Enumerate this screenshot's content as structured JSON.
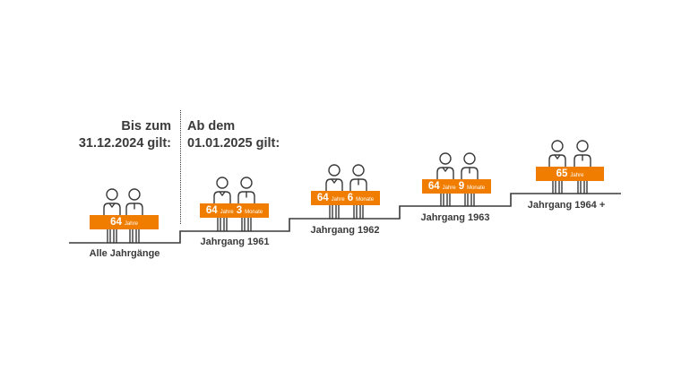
{
  "headings": {
    "before": [
      "Bis zum",
      "31.12.2024 gilt:"
    ],
    "after": [
      "Ab dem",
      "01.01.2025 gilt:"
    ]
  },
  "colors": {
    "accent": "#f07d00",
    "line": "#3a3a3a"
  },
  "steps": [
    {
      "label": "Alle Jahrgänge",
      "age": {
        "years": "64",
        "years_unit": "Jahre"
      }
    },
    {
      "label": "Jahrgang 1961",
      "age": {
        "years": "64",
        "years_unit": "Jahre",
        "months": "3",
        "months_unit": "Monate"
      }
    },
    {
      "label": "Jahrgang 1962",
      "age": {
        "years": "64",
        "years_unit": "Jahre",
        "months": "6",
        "months_unit": "Monate"
      }
    },
    {
      "label": "Jahrgang 1963",
      "age": {
        "years": "64",
        "years_unit": "Jahre",
        "months": "9",
        "months_unit": "Monate"
      }
    },
    {
      "label": "Jahrgang 1964 +",
      "age": {
        "years": "65",
        "years_unit": "Jahre"
      }
    }
  ]
}
